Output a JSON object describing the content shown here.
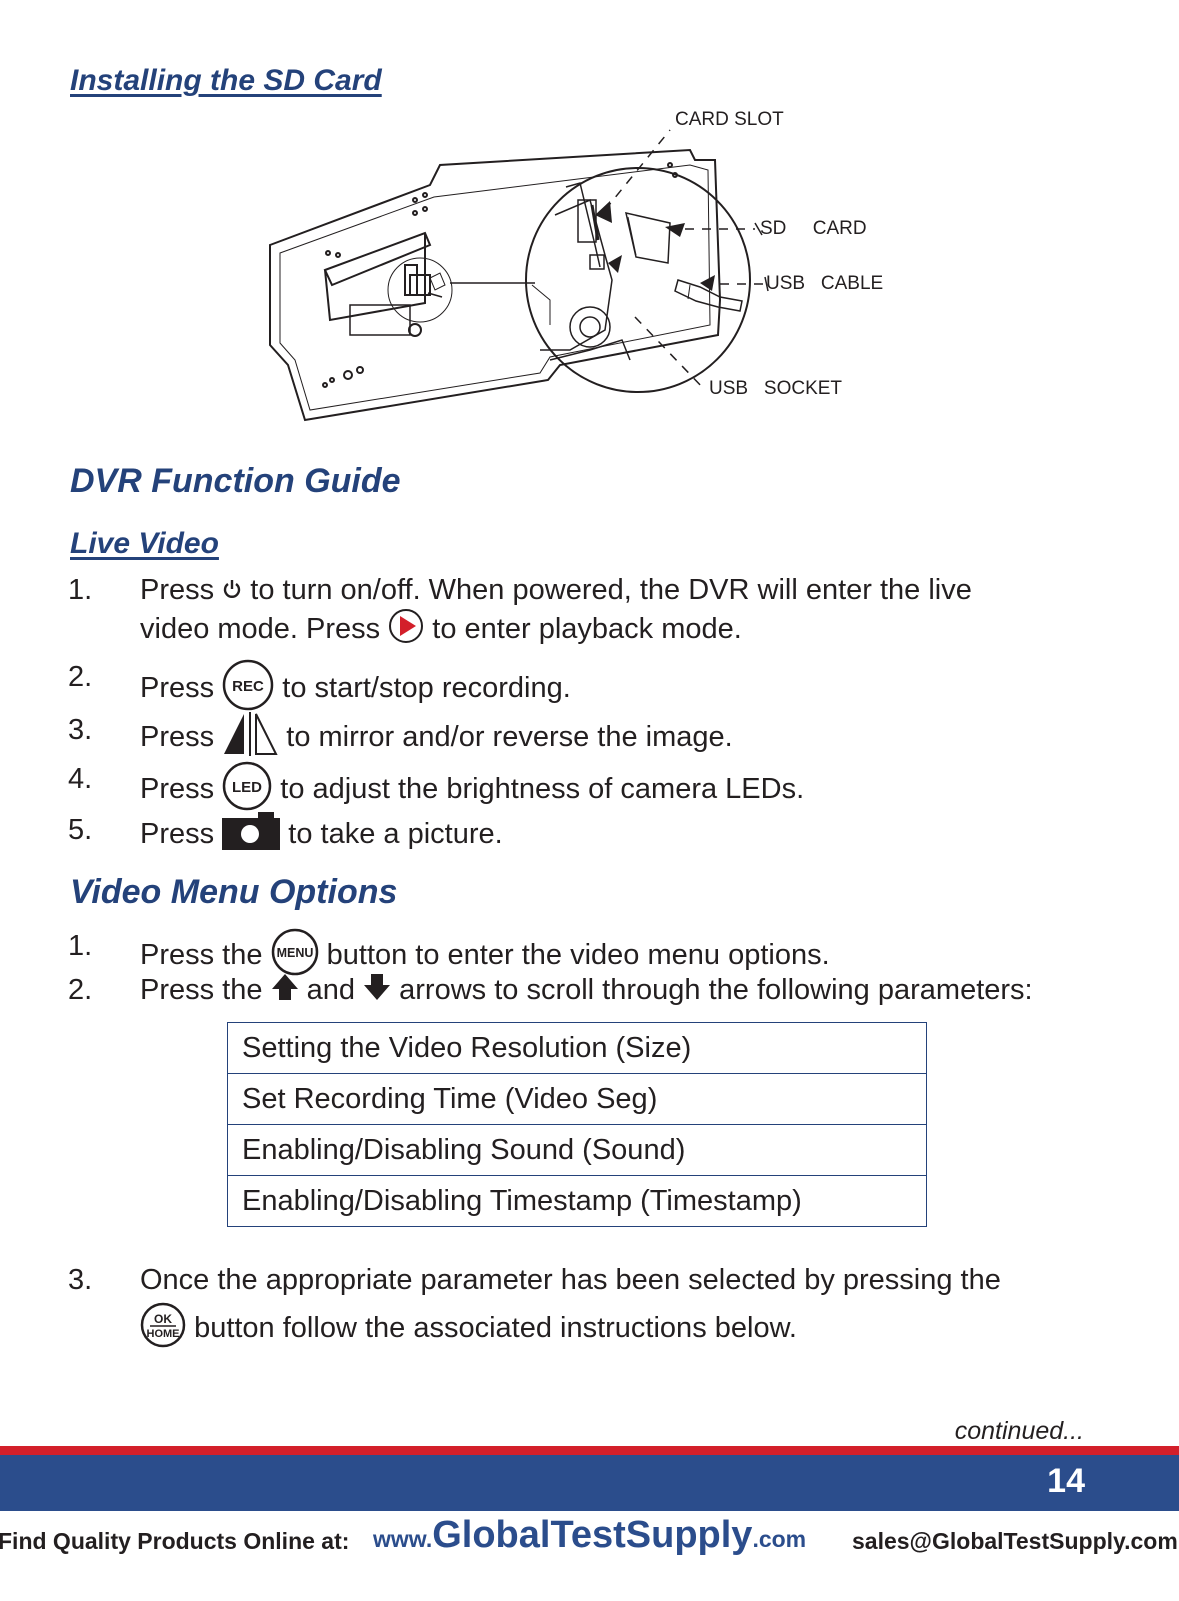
{
  "sections": {
    "sd_card": {
      "title": "Installing the SD Card"
    },
    "dvr": {
      "title": "DVR Function Guide"
    },
    "live": {
      "title": "Live Video"
    },
    "menu": {
      "title": "Video Menu Options"
    }
  },
  "diagram": {
    "labels": {
      "card_slot": "CARD SLOT",
      "sd_card": "SD     CARD",
      "usb_cable": "USB   CABLE",
      "usb_socket": "USB   SOCKET"
    }
  },
  "live_steps": [
    {
      "num": "1.",
      "a": "Press",
      "b": "to turn on/off. When powered, the DVR will enter the live",
      "c": "video mode. Press",
      "d": "to enter playback mode."
    },
    {
      "num": "2.",
      "a": "Press",
      "b": "to start/stop recording.",
      "icon": "REC"
    },
    {
      "num": "3.",
      "a": "Press",
      "b": "to mirror and/or reverse the image."
    },
    {
      "num": "4.",
      "a": "Press",
      "b": "to adjust the brightness of camera LEDs.",
      "icon": "LED"
    },
    {
      "num": "5.",
      "a": "Press",
      "b": "to take a picture."
    }
  ],
  "menu_steps": [
    {
      "num": "1.",
      "a": "Press the",
      "b": "button to enter the video menu options.",
      "icon": "MENU"
    },
    {
      "num": "2.",
      "a": "Press the",
      "b": "and",
      "c": "arrows to scroll through the following parameters:"
    },
    {
      "num": "3.",
      "a": "Once the appropriate parameter has been selected by pressing the",
      "b": "button follow the associated instructions below.",
      "icon_top": "OK",
      "icon_bottom": "HOME"
    }
  ],
  "parameters": [
    "Setting the Video Resolution (Size)",
    "Set Recording Time (Video Seg)",
    "Enabling/Disabling Sound (Sound)",
    "Enabling/Disabling Timestamp (Timestamp)"
  ],
  "continued": "continued...",
  "page_number": "14",
  "footer": {
    "find": "Find Quality Products Online at:",
    "www": "www.",
    "site": "GlobalTestSupply",
    "com": ".com",
    "email": "sales@GlobalTestSupply.com"
  },
  "colors": {
    "heading_blue": "#24427a",
    "footer_blue": "#2b4d8c",
    "footer_red": "#d31f2a",
    "play_red": "#d31f2a"
  }
}
